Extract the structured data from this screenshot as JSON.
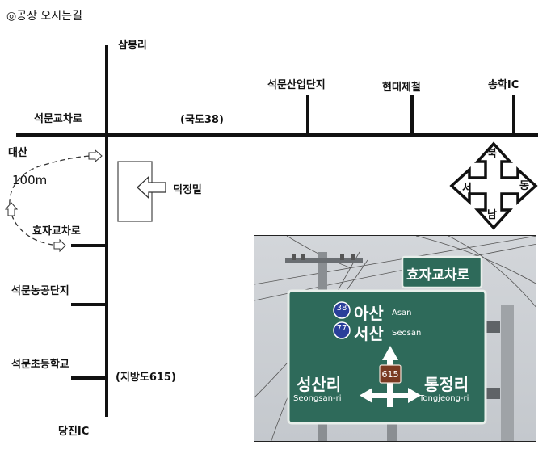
{
  "title": "◎공장 오시는길",
  "map": {
    "places": {
      "sambongri": "삼봉리",
      "seokmun_interchange": "석문교차로",
      "national_road": "(국도38)",
      "seokmun_industrial": "석문산업단지",
      "hyundai_steel": "현대제철",
      "songak_ic": "송학IC",
      "daesan": "대산",
      "distance": "100m",
      "deokjeongmil": "덕정밀",
      "hyoja_interchange": "효자교차로",
      "seokmun_agri_industrial": "석문농공단지",
      "seokmun_elementary": "석문초등학교",
      "local_road": "(지방도615)",
      "dangjin_ic": "당진IC"
    },
    "compass": {
      "north": "북",
      "south": "남",
      "east": "동",
      "west": "서"
    }
  },
  "photo": {
    "top_sign": "효자교차로",
    "route_38": "38",
    "route_77": "77",
    "asan_ko": "아산",
    "asan_en": "Asan",
    "seosan_ko": "서산",
    "seosan_en": "Seosan",
    "route_615": "615",
    "seongsanri_ko": "성산리",
    "seongsanri_en": "Seongsan-ri",
    "tongjeongri_ko": "통정리",
    "tongjeongri_en": "Tongjeong-ri"
  },
  "colors": {
    "sign_green": "#2e6a5a",
    "sign_border": "#e8eeea",
    "route_blue": "#2a3f9a",
    "route_brown": "#7a3a22",
    "sky": "#cdd1d6"
  }
}
